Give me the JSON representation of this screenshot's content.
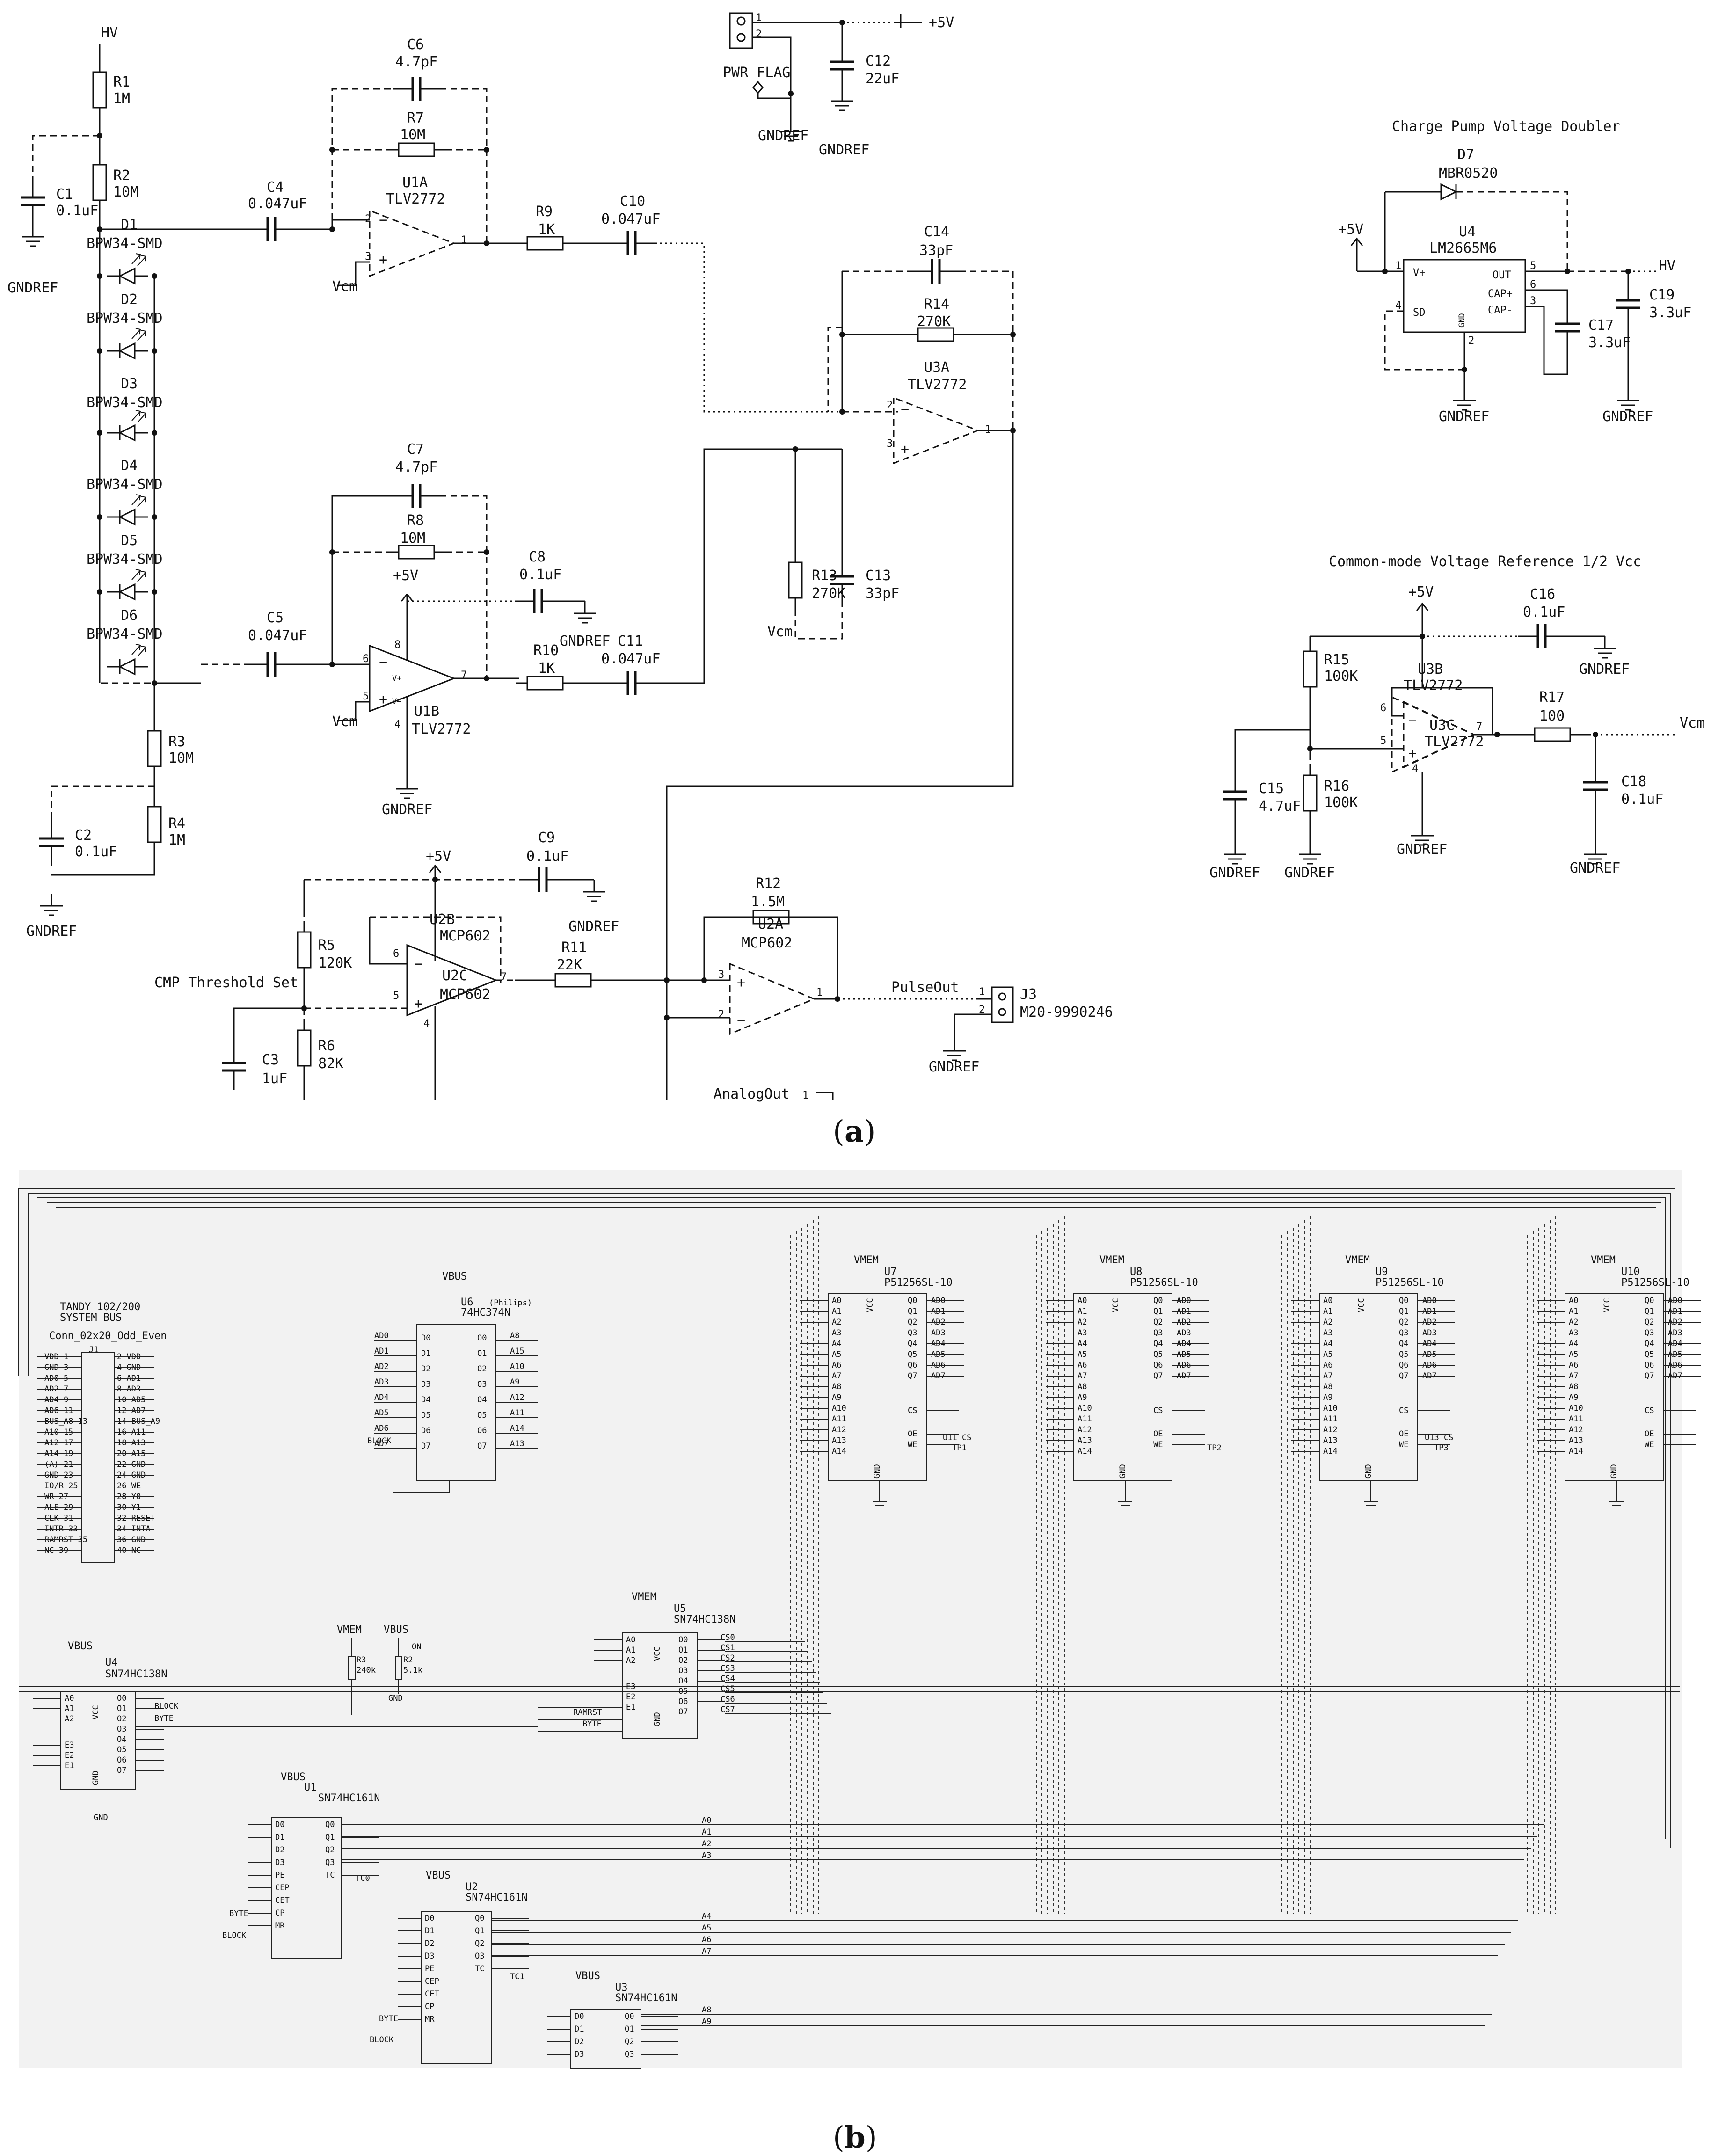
{
  "figure": {
    "caption_a": {
      "open": "(",
      "letter": "a",
      "close": ")"
    },
    "caption_b": {
      "open": "(",
      "letter": "b",
      "close": ")"
    }
  },
  "panel_a": {
    "nets": {
      "hv": "HV",
      "hv_out": "HV",
      "vcc5_top": "+5V",
      "vcc5_cp": "+5V",
      "vcc5_u1b": "+5V",
      "vcc5_cmp": "+5V",
      "vcc5_ref": "+5V",
      "vcm_u1a": "Vcm",
      "vcm_u1b": "Vcm",
      "vcm_u3": "Vcm",
      "vcm_out": "Vcm",
      "pwr_flag": "PWR_FLAG",
      "pulse_out": "PulseOut",
      "analog_out": "AnalogOut",
      "gnd": "GNDREF"
    },
    "titles": {
      "charge_pump": "Charge Pump Voltage Doubler",
      "cm_ref": "Common-mode Voltage Reference 1/2 Vcc",
      "cmp_threshold": "CMP Threshold Set"
    },
    "resistors": {
      "R1": [
        "R1",
        "1M"
      ],
      "R2": [
        "R2",
        "10M"
      ],
      "R3": [
        "R3",
        "10M"
      ],
      "R4": [
        "R4",
        "1M"
      ],
      "R5": [
        "R5",
        "120K"
      ],
      "R6": [
        "R6",
        "82K"
      ],
      "R7": [
        "R7",
        "10M"
      ],
      "R8": [
        "R8",
        "10M"
      ],
      "R9": [
        "R9",
        "1K"
      ],
      "R10": [
        "R10",
        "1K"
      ],
      "R11": [
        "R11",
        "22K"
      ],
      "R12": [
        "R12",
        "1.5M"
      ],
      "R13": [
        "R13",
        "270K"
      ],
      "R14": [
        "R14",
        "270K"
      ],
      "R15": [
        "R15",
        "100K"
      ],
      "R16": [
        "R16",
        "100K"
      ],
      "R17": [
        "R17",
        "100"
      ]
    },
    "capacitors": {
      "C1": [
        "C1",
        "0.1uF"
      ],
      "C2": [
        "C2",
        "0.1uF"
      ],
      "C3": [
        "C3",
        "1uF"
      ],
      "C4": [
        "C4",
        "0.047uF"
      ],
      "C5": [
        "C5",
        "0.047uF"
      ],
      "C6": [
        "C6",
        "4.7pF"
      ],
      "C7": [
        "C7",
        "4.7pF"
      ],
      "C8": [
        "C8",
        "0.1uF"
      ],
      "C9": [
        "C9",
        "0.1uF"
      ],
      "C10": [
        "C10",
        "0.047uF"
      ],
      "C11": [
        "C11",
        "0.047uF"
      ],
      "C12": [
        "C12",
        "22uF"
      ],
      "C13": [
        "C13",
        "33pF"
      ],
      "C14": [
        "C14",
        "33pF"
      ],
      "C15": [
        "C15",
        "4.7uF"
      ],
      "C16": [
        "C16",
        "0.1uF"
      ],
      "C17": [
        "C17",
        "3.3uF"
      ],
      "C18": [
        "C18",
        "0.1uF"
      ],
      "C19": [
        "C19",
        "3.3uF"
      ]
    },
    "diodes": {
      "D1": [
        "D1",
        "BPW34-SMD"
      ],
      "D2": [
        "D2",
        "BPW34-SMD"
      ],
      "D3": [
        "D3",
        "BPW34-SMD"
      ],
      "D4": [
        "D4",
        "BPW34-SMD"
      ],
      "D5": [
        "D5",
        "BPW34-SMD"
      ],
      "D6": [
        "D6",
        "BPW34-SMD"
      ],
      "D7": [
        "D7",
        "MBR0520"
      ]
    },
    "opamps": {
      "U1A": [
        "U1A",
        "TLV2772"
      ],
      "U1B": [
        "U1B",
        "TLV2772"
      ],
      "U3A": [
        "U3A",
        "TLV2772"
      ],
      "U3B": [
        "U3B",
        "TLV2772"
      ],
      "U3C": [
        "U3C",
        "TLV2772"
      ],
      "U2A": [
        "U2A",
        "MCP602"
      ],
      "U2B": [
        "U2B",
        "MCP602"
      ],
      "U2C": [
        "U2C",
        "MCP602"
      ]
    },
    "u4": {
      "ref": "U4",
      "value": "LM2665M6",
      "pins": [
        "V+",
        "SD",
        "GND",
        "OUT",
        "CAP+",
        "CAP-"
      ]
    },
    "j3": {
      "ref": "J3",
      "value": "M20-9990246"
    }
  },
  "panel_b": {
    "bus_header": {
      "title1": "TANDY 102/200",
      "title2": "SYSTEM BUS",
      "title3": "Conn_02x20_Odd_Even",
      "ref": "J1"
    },
    "power": {
      "vbus": "VBUS",
      "vmem": "VMEM",
      "gnd": "GND"
    },
    "chips": {
      "U1": [
        "U1",
        "SN74HC161N"
      ],
      "U2": [
        "U2",
        "SN74HC161N"
      ],
      "U3": [
        "U3",
        "SN74HC161N"
      ],
      "U4": [
        "U4",
        "SN74HC138N"
      ],
      "U5": [
        "U5",
        "SN74HC138N"
      ],
      "U6": [
        "U6",
        "74HC374N"
      ],
      "U7": [
        "U7",
        "P51256SL-10"
      ],
      "U8": [
        "U8",
        "P51256SL-10"
      ],
      "U9": [
        "U9",
        "P51256SL-10"
      ],
      "U10": [
        "U10",
        "P51256SL-10"
      ]
    },
    "u6_note": "(Philips)",
    "resistors": {
      "R2": [
        "R2",
        "5.1k"
      ],
      "R3": [
        "R3",
        "240k"
      ]
    },
    "nets": {
      "block": "BLOCK",
      "byte": "BYTE",
      "ramrst": "RAMRST",
      "on": "ON",
      "tc0": "TC0",
      "tc1": "TC1",
      "tp1": "TP1",
      "tp2": "TP2",
      "tp3": "TP3",
      "u11_cs": "U11_CS",
      "u13_cs": "U13_CS",
      "addr_lines": [
        "A0",
        "A1",
        "A2",
        "A3",
        "A4",
        "A5",
        "A6",
        "A7",
        "A8",
        "A9"
      ],
      "cs_lines": [
        "CS0",
        "CS1",
        "CS2",
        "CS3",
        "CS4",
        "CS5",
        "CS6",
        "CS7"
      ]
    },
    "bus_left": [
      "VDD 1",
      "GND 3",
      "AD0 5",
      "AD2 7",
      "AD4 9",
      "AD6 11",
      "BUS_A8 13",
      "A10 15",
      "A12 17",
      "A14 19",
      "(A) 21",
      "GND 23",
      "IO/R 25",
      "WR 27",
      "ALE 29",
      "CLK 31",
      "INTR 33",
      "RAMRST 35",
      "NC 39"
    ],
    "bus_right": [
      "2 VDD",
      "4 GND",
      "6 AD1",
      "8 AD3",
      "10 AD5",
      "12 AD7",
      "14 BUS_A9",
      "16 A11",
      "18 A13",
      "20 A15",
      "22 GND",
      "24 GND",
      "26 WE",
      "28 Y0",
      "30 Y1",
      "32 RESET",
      "34 INTA",
      "36 GND",
      "40 NC"
    ],
    "u6_in": [
      "AD0",
      "AD1",
      "AD2",
      "AD3",
      "AD4",
      "AD5",
      "AD6",
      "AD7"
    ],
    "u6_out": [
      "A8",
      "A15",
      "A10",
      "A9",
      "A12",
      "A11",
      "A14",
      "A13"
    ],
    "sram_left": [
      "A0",
      "A1",
      "A2",
      "A3",
      "A4",
      "A5",
      "A6",
      "A7",
      "A8",
      "A9",
      "A10",
      "A11",
      "A12",
      "A13",
      "A14"
    ],
    "sram_right": [
      "Q0",
      "Q1",
      "Q2",
      "Q3",
      "Q4",
      "Q5",
      "Q6",
      "Q7"
    ],
    "sram_data": [
      "AD0",
      "AD1",
      "AD2",
      "AD3",
      "AD4",
      "AD5",
      "AD6",
      "AD7"
    ],
    "counter_pins": [
      "D0",
      "D1",
      "D2",
      "D3",
      "PE",
      "CEP",
      "CET",
      "CP",
      "MR",
      "Q0",
      "Q1",
      "Q2",
      "Q3",
      "TC"
    ],
    "dec_pins_l": [
      "A0",
      "A1",
      "A2",
      "E3",
      "E2",
      "E1"
    ],
    "dec_pins_r": [
      "O0",
      "O1",
      "O2",
      "O3",
      "O4",
      "O5",
      "O6",
      "O7"
    ],
    "sram_ctrl": [
      "CS",
      "OE",
      "WE"
    ],
    "misc_pins": [
      "VCC",
      "GND"
    ]
  }
}
